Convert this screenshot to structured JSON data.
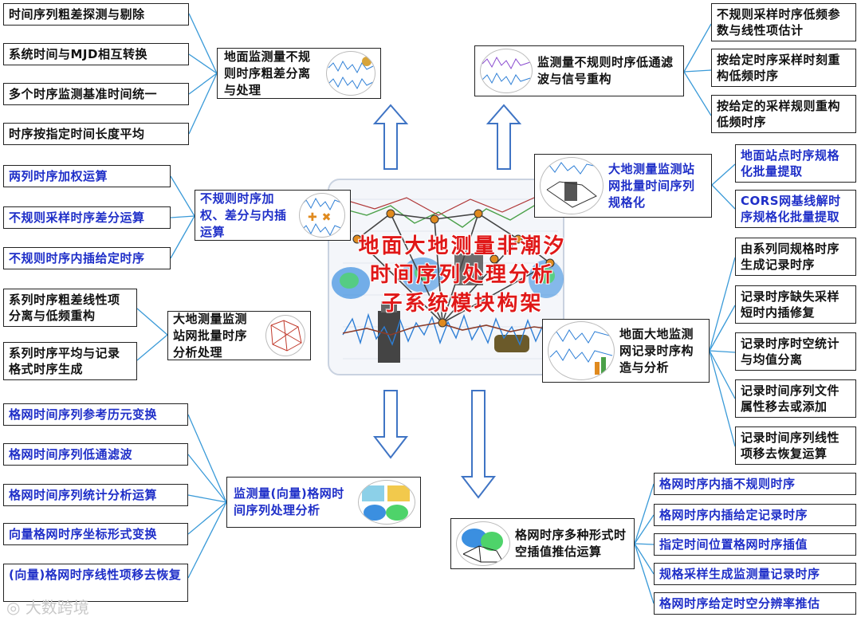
{
  "center": {
    "line1": "地面大地测量非潮汐",
    "line2": "时间序列处理分析",
    "line3": "子系统模块构架"
  },
  "hubs": {
    "ground_gross": "地面监测量不规则时序粗差分离与处理",
    "lowpass": "监测量不规则时序低通滤波与信号重构",
    "weighted": "不规则时序加权、差分与内插运算",
    "station_net": "大地测量监测站网批量时间序列规格化",
    "batch": "大地测量监测站网批量时序分析处理",
    "record_struct": "地面大地监测网记录时序构造与分析",
    "grid": "监测量(向量)格网时间序列处理分析",
    "interp": "格网时序多种形式时空插值推估运算"
  },
  "left_top": [
    "时间序列粗差探测与剔除",
    "系统时间与MJD相互转换",
    "多个时序监测基准时间统一",
    "时序按指定时间长度平均"
  ],
  "right_top": [
    "不规则采样时序低频参数与线性项估计",
    "按给定时序采样时刻重构低频时序",
    "按给定的采样规则重构低频时序"
  ],
  "left_weighted": [
    "两列时序加权运算",
    "不规则采样时序差分运算",
    "不规则时序内插给定时序"
  ],
  "right_station": [
    "地面站点时序规格化批量提取",
    "CORS网基线解时序规格化批量提取"
  ],
  "left_batch": [
    "系列时序粗差线性项分离与低频重构",
    "系列时序平均与记录格式时序生成"
  ],
  "right_record": [
    "由系列同规格时序生成记录时序",
    "记录时序缺失采样短时内插修复",
    "记录时序时空统计与均值分离",
    "记录时间序列文件属性移去或添加",
    "记录时间序列线性项移去恢复运算"
  ],
  "left_grid": [
    "格网时间序列参考历元变换",
    "格网时间序列低通滤波",
    "格网时间序列统计分析运算",
    "向量格网时序坐标形式变换",
    "(向量)格网时序线性项移去恢复"
  ],
  "right_interp": [
    "格网时序内插不规则时序",
    "格网时序内插给定记录时序",
    "指定时间位置格网时序插值",
    "规格采样生成监测量记录时序",
    "格网时序给定时空分辨率推估"
  ],
  "watermark": "大数跨境",
  "colors": {
    "blue_text": "#1f2fc8",
    "title_red": "#e01818",
    "arrow": "#3f74c4",
    "line": "#3a9ad8"
  }
}
